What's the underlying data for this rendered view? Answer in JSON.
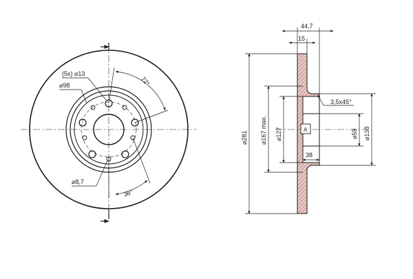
{
  "front_view": {
    "bolt_holes": "(5x) ⌀13",
    "bolt_circle": "⌀98",
    "pitch_angle": "72°",
    "small_hole": "⌀8,7",
    "small_hole_angle": "36°"
  },
  "side_view": {
    "total_height": "44,7",
    "disc_thickness": "15",
    "chamfer": "3,5x45°",
    "outer_diameter": "⌀281",
    "max_diameter": "⌀167 max.",
    "hat_diameter": "⌀127",
    "center_bore": "⌀59",
    "hub_diameter": "⌀138",
    "hub_depth": "38",
    "datum": "A"
  },
  "colors": {
    "line": "#1a1a1a",
    "section_hatch": "#c89890"
  }
}
